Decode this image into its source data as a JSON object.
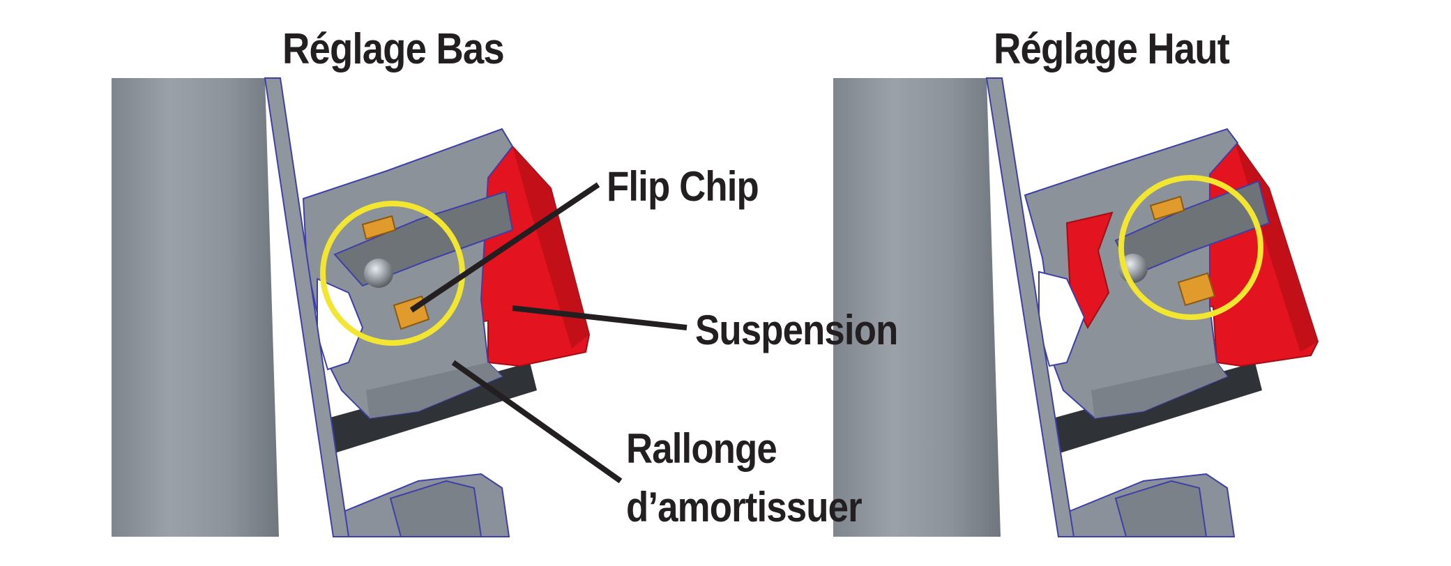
{
  "panels": [
    {
      "title": "Réglage Bas"
    },
    {
      "title": "Réglage Haut"
    }
  ],
  "callouts": {
    "flip_chip": "Flip Chip",
    "suspension": "Suspension",
    "rallonge_line1": "Rallonge",
    "rallonge_line2": "d’amortissuer"
  },
  "colors": {
    "frame_gray": "#8a919a",
    "dark_gray": "#6e7377",
    "suspension_red": "#e3141f",
    "chip_orange": "#e19a2c",
    "highlight_circle": "#f2e631",
    "label_text": "#231f20",
    "leader_line": "#231f20",
    "outline_blue": "#3d3fa8"
  }
}
